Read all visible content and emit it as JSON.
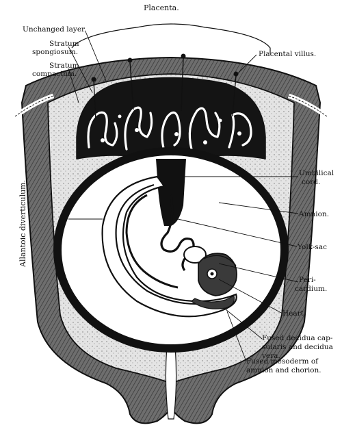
{
  "labels": {
    "placenta": "Placenta.",
    "unchanged_layer": "Unchanged layer.",
    "stratum_spongiosum_1": "Stratum",
    "stratum_spongiosum_2": "spongiosum.",
    "stratum_compactum_1": "Stratum",
    "stratum_compactum_2": "compactum.",
    "placental_villus": "Placental villus.",
    "allantoic_diverticulum": "Allantoic diverticulum.",
    "umbilical_cord_1": "Umbilical",
    "umbilical_cord_2": "cord.",
    "amnion": "Amnion.",
    "yolk_sac": "Yolk-sac",
    "pericardium_1": "Peri-",
    "pericardium_2": "cardium.",
    "heart": "Heart.",
    "fused_decidua_1": "Fused decidua cap-",
    "fused_decidua_2": "sularis and decidua",
    "fused_decidua_3": "vera.",
    "fused_mesoderm_1": "Fused mesoderm of",
    "fused_mesoderm_2": "amnion and chorion."
  },
  "colors": {
    "ink": "#111111",
    "wall_gray": "#6e6e6e",
    "decidua_light": "#d8d8d8",
    "paper": "#ffffff"
  }
}
